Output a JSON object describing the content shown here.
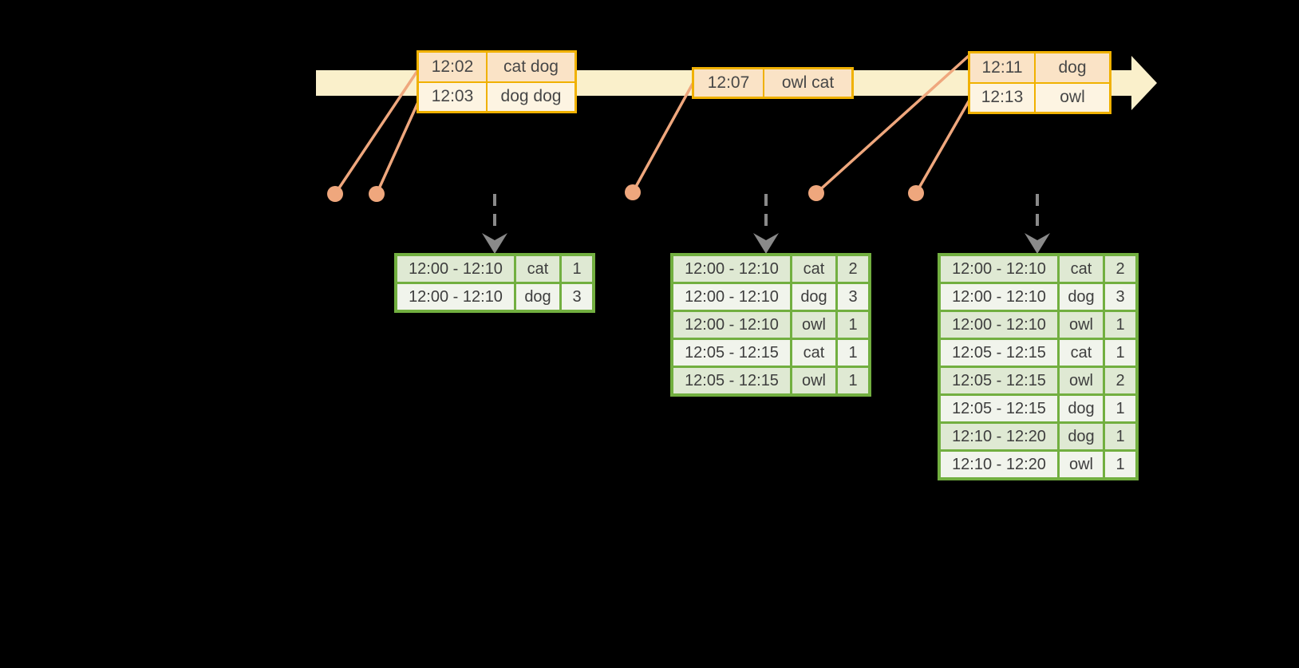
{
  "colors": {
    "background": "#000000",
    "timeline_band": "#FAF0CB",
    "event_box_border": "#F0B100",
    "event_row_peach": "#FAE3C6",
    "event_row_cream": "#FDF4E2",
    "connector_salmon": "#EFA77D",
    "table_border_green": "#72AF40",
    "table_row_dark": "#DFE9D3",
    "table_row_light": "#F1F4EC",
    "trigger_arrow_gray": "#8A8A8A",
    "text": "#3E3E3E"
  },
  "icons": {
    "timeline_arrow": "right-arrow",
    "event_dot": "filled-circle",
    "trigger_arrow": "dashed-down-arrow"
  },
  "timeline": {
    "events": [
      {
        "rows": [
          {
            "time": "12:02",
            "words": "cat dog"
          },
          {
            "time": "12:03",
            "words": "dog dog"
          }
        ]
      },
      {
        "rows": [
          {
            "time": "12:07",
            "words": "owl cat"
          }
        ]
      },
      {
        "rows": [
          {
            "time": "12:11",
            "words": "dog"
          },
          {
            "time": "12:13",
            "words": "owl"
          }
        ]
      }
    ]
  },
  "result_tables": [
    {
      "rows": [
        [
          "12:00 - 12:10",
          "cat",
          "1"
        ],
        [
          "12:00 - 12:10",
          "dog",
          "3"
        ]
      ]
    },
    {
      "rows": [
        [
          "12:00 - 12:10",
          "cat",
          "2"
        ],
        [
          "12:00 - 12:10",
          "dog",
          "3"
        ],
        [
          "12:00 - 12:10",
          "owl",
          "1"
        ],
        [
          "12:05 - 12:15",
          "cat",
          "1"
        ],
        [
          "12:05 - 12:15",
          "owl",
          "1"
        ]
      ]
    },
    {
      "rows": [
        [
          "12:00 - 12:10",
          "cat",
          "2"
        ],
        [
          "12:00 - 12:10",
          "dog",
          "3"
        ],
        [
          "12:00 - 12:10",
          "owl",
          "1"
        ],
        [
          "12:05 - 12:15",
          "cat",
          "1"
        ],
        [
          "12:05 - 12:15",
          "owl",
          "2"
        ],
        [
          "12:05 - 12:15",
          "dog",
          "1"
        ],
        [
          "12:10 - 12:20",
          "dog",
          "1"
        ],
        [
          "12:10 - 12:20",
          "owl",
          "1"
        ]
      ]
    }
  ]
}
